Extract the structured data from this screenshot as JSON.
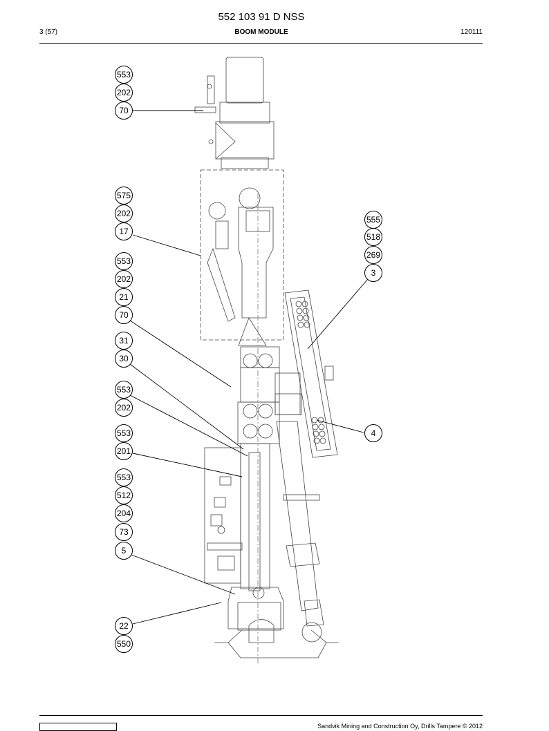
{
  "header": {
    "document_number": "552 103 91 D NSS",
    "page": "3 (57)",
    "section_title": "BOOM MODULE",
    "date_code": "120111"
  },
  "footer": {
    "copyright": "Sandvik Mining and Construction Oy, Drills Tampere © 2012"
  },
  "callouts_left": [
    "553",
    "202",
    "70",
    "575",
    "202",
    "17",
    "553",
    "202",
    "21",
    "70",
    "31",
    "30",
    "553",
    "202",
    "553",
    "201",
    "553",
    "512",
    "204",
    "73",
    "5",
    "22",
    "550"
  ],
  "callouts_right": [
    "555",
    "518",
    "269",
    "3",
    "4"
  ],
  "colors": {
    "ink": "#000000",
    "line_gray": "#555555"
  }
}
